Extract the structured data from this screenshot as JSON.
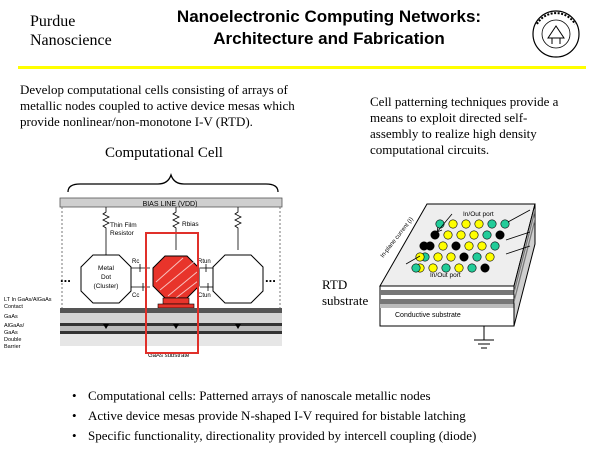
{
  "header": {
    "org_lines": [
      "Purdue",
      "Nanoscience"
    ],
    "title_lines": [
      "Nanoelectronic Computing Networks:",
      "Architecture and Fabrication"
    ],
    "seal_text": "PURDUE UNIVERSITY"
  },
  "left_text": {
    "lines": [
      "Develop computational cells consisting of arrays of",
      "metallic nodes coupled to active device mesas which",
      "provide nonlinear/non-monotone I-V (RTD)."
    ],
    "figure_caption": "Computational Cell"
  },
  "right_text": {
    "lines": [
      "Cell patterning techniques provide a",
      "means to exploit directed self-",
      "assembly to realize high density",
      "computational circuits."
    ]
  },
  "cell_diagram": {
    "bias_line": "BIAS LINE (VDD)",
    "thin_film_resistor": [
      "Thin Film",
      "Resistor"
    ],
    "r_bias": "Rbias",
    "metal_dot": [
      "Metal",
      "Dot",
      "(Cluster)"
    ],
    "r_c": "Rc",
    "c_c": "Cc",
    "r_tunnel": "Rtun",
    "c_tunnel": "Ctun",
    "layer_labels": [
      "LT In GaAs/AlGaAs",
      "Contact",
      "GaAs",
      "AlGaAs/",
      "GaAs",
      "Double",
      "Barrier"
    ],
    "substrate": "GaAs substrate",
    "ellipsis": "..."
  },
  "substrate_diagram": {
    "top_port": "In/Out port",
    "bottom_port": "In/Out port",
    "side_label": "In-plane current (I)",
    "conductive_substrate": "Conductive substrate",
    "rtd_label": [
      "RTD",
      "substrate"
    ],
    "colors": {
      "yellow": "#ffff00",
      "green": "#22cc99",
      "black": "#000000"
    }
  },
  "bullets": [
    "Computational cells: Patterned arrays of nanoscale metallic nodes",
    "Active device mesas provide N-shaped I-V required for bistable latching",
    "Specific functionality, directionality provided by intercell coupling (diode)"
  ],
  "colors": {
    "accent_rule": "#ffff00",
    "highlight_box": "#e0302a",
    "mesa_red": "#e8342b"
  }
}
